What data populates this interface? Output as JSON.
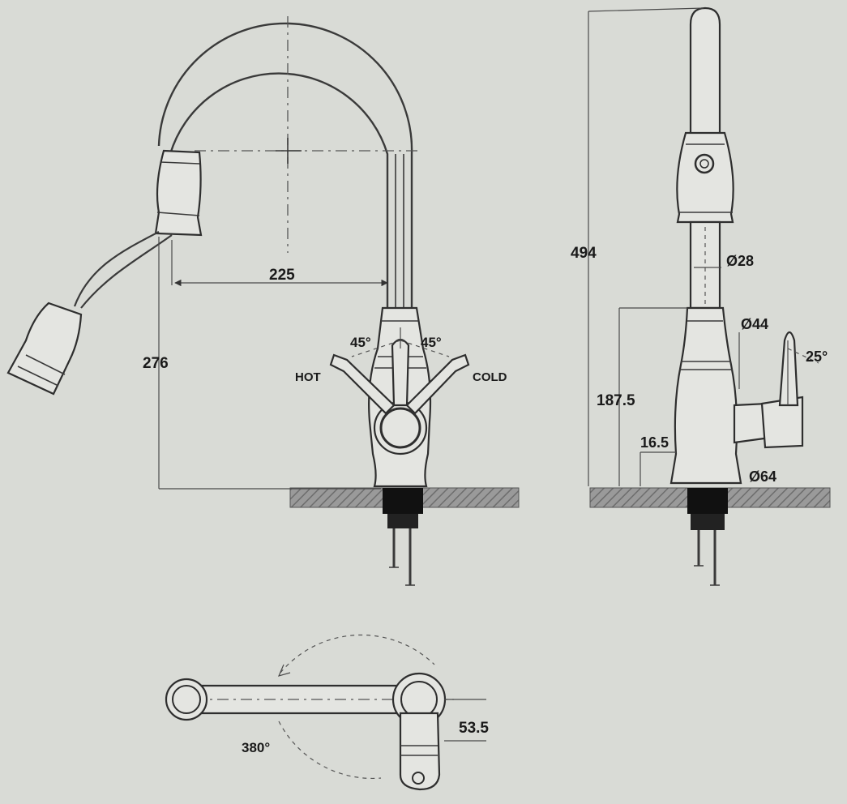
{
  "colors": {
    "background": "#d9dbd6",
    "line": "#2e2e2e",
    "counter_fill": "#8c8c8c",
    "connector_fill": "#111111"
  },
  "front_view": {
    "dim_width": "225",
    "dim_height": "276",
    "angle_left": "45°",
    "angle_right": "45°",
    "label_hot": "HOT",
    "label_cold": "COLD"
  },
  "side_view": {
    "dim_total_height": "494",
    "dim_spout_diameter": "Ø28",
    "dim_body_diameter": "Ø44",
    "dim_lever_angle": "25°",
    "dim_body_height": "187.5",
    "dim_base_height": "16.5",
    "dim_base_diameter": "Ø64"
  },
  "top_view": {
    "dim_rotation": "380°",
    "dim_offset": "53.5"
  }
}
